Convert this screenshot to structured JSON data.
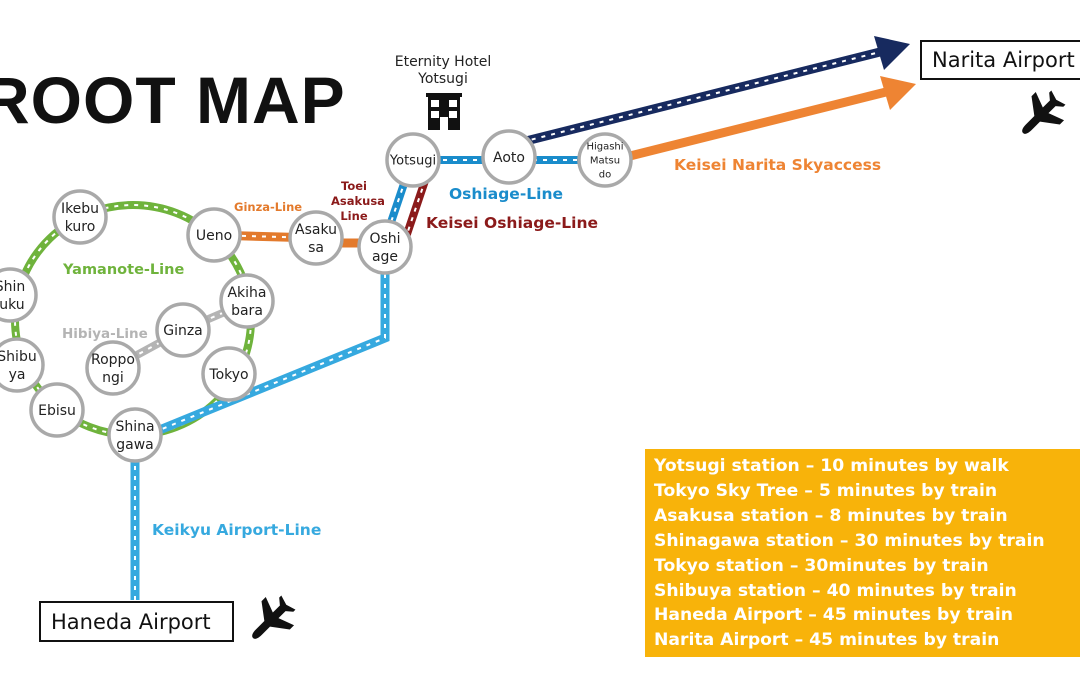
{
  "title": "ROOT MAP",
  "hotel": {
    "line1": "Eternity Hotel",
    "line2": "Yotsugi"
  },
  "airports": {
    "narita": "Narita Airport",
    "haneda": "Haneda Airport"
  },
  "lines": {
    "yamanote": "Yamanote-Line",
    "hibiya": "Hibiya-Line",
    "ginza": "Ginza-Line",
    "toei_asakusa": [
      "Toei",
      "Asakusa",
      "Line"
    ],
    "oshiage": "Oshiage-Line",
    "keisei_oshiage": "Keisei Oshiage-Line",
    "keisei_narita": "Keisei Narita Skyaccess",
    "keikyu": "Keikyu Airport-Line"
  },
  "stations": {
    "ikebukuro": [
      "Ikebu",
      "kuro"
    ],
    "shinjuku": [
      "Shin",
      "juku"
    ],
    "shibuya": [
      "Shibu",
      "ya"
    ],
    "ebisu": [
      "Ebisu"
    ],
    "shinagawa": [
      "Shina",
      "gawa"
    ],
    "tokyo": [
      "Tokyo"
    ],
    "akihabara": [
      "Akiha",
      "bara"
    ],
    "ginza": [
      "Ginza"
    ],
    "roppongi": [
      "Roppo",
      "ngi"
    ],
    "ueno": [
      "Ueno"
    ],
    "asakusa": [
      "Asaku",
      "sa"
    ],
    "oshiage": [
      "Oshi",
      "age"
    ],
    "yotsugi": [
      "Yotsugi"
    ],
    "aoto": [
      "Aoto"
    ],
    "higashimatsudo": [
      "Higashi",
      "Matsu",
      "do"
    ]
  },
  "travel_times": [
    "Yotsugi station – 10 minutes by walk",
    "Tokyo Sky Tree – 5 minutes by train",
    "Asakusa station – 8 minutes by train",
    "Shinagawa station – 30 minutes by train",
    "Tokyo station – 30minutes by train",
    "Shibuya station – 40 minutes by train",
    "Haneda Airport – 45 minutes by train",
    "Narita Airport – 45 minutes by train"
  ],
  "colors": {
    "yamanote": "#6fb33c",
    "hibiya": "#b4b4b4",
    "ginza": "#e37a2c",
    "oshiage_blue": "#1a8ccb",
    "keisei_oshiage": "#8b1a1a",
    "keisei_narita": "#ee8433",
    "keikyu": "#36a9df",
    "narita_arrow_navy": "#172a5f",
    "info_box": "#f8b30a",
    "station_border": "#a9a9a9"
  },
  "icons": [
    "airplane-icon",
    "building-icon",
    "arrow-right-icon"
  ]
}
